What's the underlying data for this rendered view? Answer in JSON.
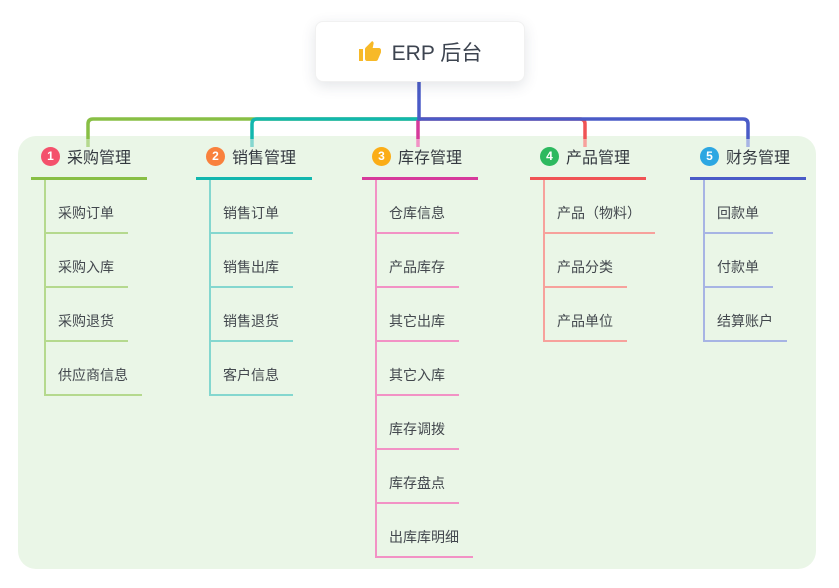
{
  "root": {
    "icon": "thumbs-up-icon",
    "label": "ERP 后台",
    "line_color": "#4a5bc7",
    "icon_color": "#f7b928"
  },
  "colors": {
    "panel_bg": "#eaf6e7",
    "page_bg": "#ffffff"
  },
  "branches": [
    {
      "num": "1",
      "title": "采购管理",
      "badge_color": "#f4516c",
      "line_color": "#88bf45",
      "child_line_color": "#b5d98e",
      "children": [
        "采购订单",
        "采购入库",
        "采购退货",
        "供应商信息"
      ]
    },
    {
      "num": "2",
      "title": "销售管理",
      "badge_color": "#f9813d",
      "line_color": "#12b7ae",
      "child_line_color": "#84d7cf",
      "children": [
        "销售订单",
        "销售出库",
        "销售退货",
        "客户信息"
      ]
    },
    {
      "num": "3",
      "title": "库存管理",
      "badge_color": "#fbad17",
      "line_color": "#d63a9b",
      "child_line_color": "#f292c5",
      "children": [
        "仓库信息",
        "产品库存",
        "其它出库",
        "其它入库",
        "库存调拨",
        "库存盘点",
        "出库库明细"
      ]
    },
    {
      "num": "4",
      "title": "产品管理",
      "badge_color": "#2db95f",
      "line_color": "#f05355",
      "child_line_color": "#f7a19c",
      "children": [
        "产品（物料）",
        "产品分类",
        "产品单位"
      ]
    },
    {
      "num": "5",
      "title": "财务管理",
      "badge_color": "#2ca7e2",
      "line_color": "#4a5bc7",
      "child_line_color": "#a7b4e4",
      "children": [
        "回款单",
        "付款单",
        "结算账户"
      ]
    }
  ]
}
